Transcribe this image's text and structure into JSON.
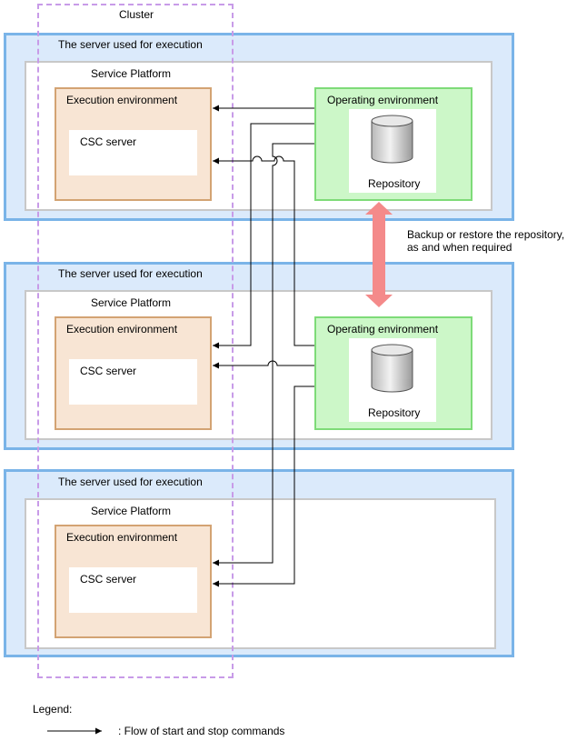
{
  "cluster": {
    "label": "Cluster"
  },
  "servers": [
    {
      "title": "The server used for execution",
      "platform": "Service Platform",
      "execution_environment": {
        "label": "Execution environment",
        "csc_server": "CSC server"
      },
      "operating_environment": {
        "label": "Operating environment",
        "repository": "Repository"
      }
    },
    {
      "title": "The server used for execution",
      "platform": "Service Platform",
      "execution_environment": {
        "label": "Execution environment",
        "csc_server": "CSC server"
      },
      "operating_environment": {
        "label": "Operating environment",
        "repository": "Repository"
      }
    },
    {
      "title": "The server used for execution",
      "platform": "Service Platform",
      "execution_environment": {
        "label": "Execution environment",
        "csc_server": "CSC server"
      }
    }
  ],
  "backup_note": {
    "line1": "Backup or restore the repository,",
    "line2": "as and when required"
  },
  "legend": {
    "title": "Legend:",
    "flow": ": Flow of start and stop commands"
  },
  "colors": {
    "server_border": "#7ab4e8",
    "server_fill": "#dbeafb",
    "exec_border": "#d3a373",
    "exec_fill": "#f8e5d4",
    "oper_border": "#7edb78",
    "oper_fill": "#ccf7c8",
    "cluster_border": "#c89be8",
    "backup_arrow": "#f48a8a"
  }
}
